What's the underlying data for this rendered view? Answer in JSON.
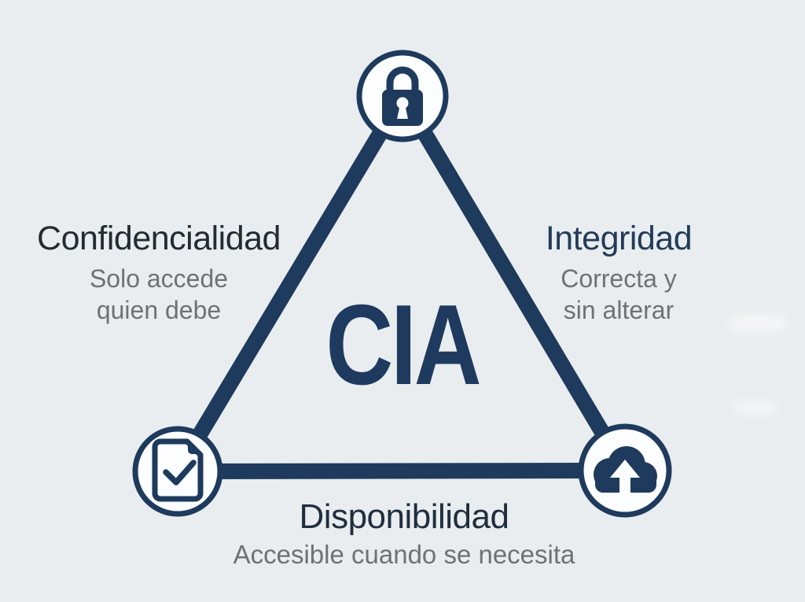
{
  "diagram": {
    "center_acronym": "CIA",
    "labels": {
      "left": {
        "title": "Confidencialidad",
        "description_line1": "Solo accede",
        "description_line2": "quien debe"
      },
      "right": {
        "title": "Integridad",
        "description_line1": "Correcta y",
        "description_line2": "sin alterar"
      },
      "bottom": {
        "title": "Disponibilidad",
        "description_line1": "Accesible cuando se necesita"
      }
    },
    "icons": {
      "top_vertex": "lock-icon",
      "bottom_left_vertex": "document-check-icon",
      "bottom_right_vertex": "cloud-upload-icon"
    }
  },
  "colors": {
    "background": "#e9edef",
    "navy": "#1e3a5c",
    "center_text": "#1e3a5f",
    "left_title": "#232b33",
    "right_title": "#223c5a",
    "bottom_title": "#202e3d",
    "subtitle_gray": "#6d7277",
    "node_fill": "#fbfdfe"
  }
}
